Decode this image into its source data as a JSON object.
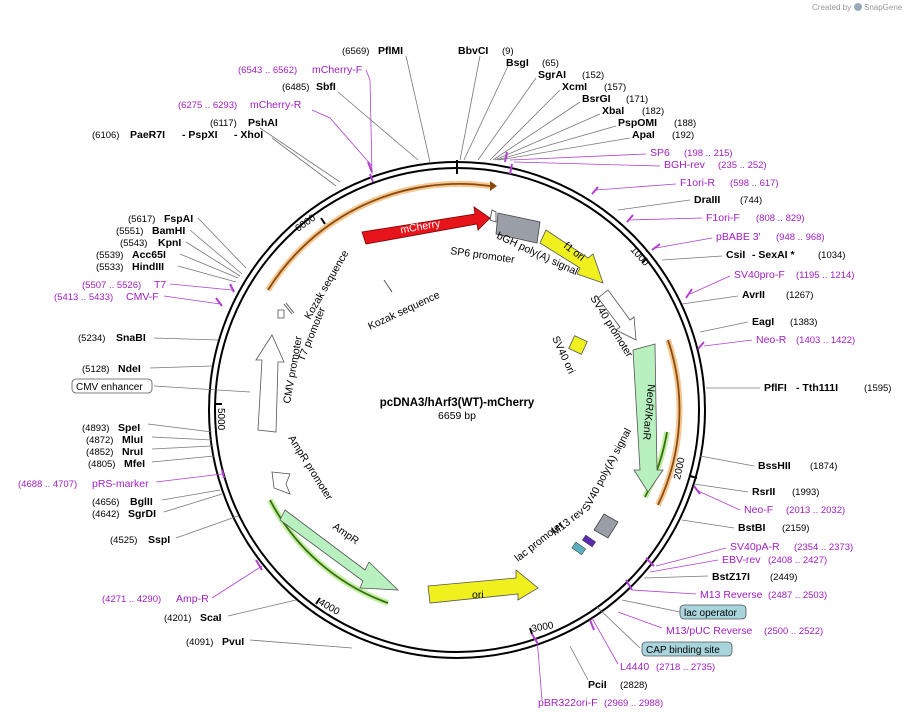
{
  "header": {
    "created_by": "Created by",
    "brand": "SnapGene"
  },
  "plasmid": {
    "name": "pcDNA3/hArf3(WT)-mCherry",
    "length": "6659 bp"
  },
  "ticks": [
    "1000",
    "2000",
    "3000",
    "4000",
    "5000",
    "6000"
  ],
  "features": {
    "mcherry": "mCherry",
    "sp6": "SP6 promoter",
    "bgh": "bGH poly(A) signal",
    "f1ori": "f1 ori",
    "sv40prom": "SV40 promoter",
    "sv40ori": "SV40 ori",
    "neo": "NeoR/KanR",
    "sv40pa": "SV40 poly(A) signal",
    "m13rev": "M13 rev",
    "lacprom": "lac promoter",
    "ori": "ori",
    "ampr": "AmpR",
    "amprprom": "AmpR promoter",
    "cmvprom": "CMV promoter",
    "t7prom": "T7 promoter",
    "kozak1": "Kozak sequence",
    "kozak2": "Kozak sequence"
  },
  "labels": {
    "pfmi": {
      "pos": "(6569)",
      "name": "PflMI"
    },
    "bbvci": {
      "name": "BbvCI",
      "pos": "(9)"
    },
    "bsgi": {
      "name": "BsgI",
      "pos": "(65)"
    },
    "sgrai": {
      "name": "SgrAI",
      "pos": "(152)"
    },
    "xcmi": {
      "name": "XcmI",
      "pos": "(157)"
    },
    "bsrgi": {
      "name": "BsrGI",
      "pos": "(171)"
    },
    "xbai": {
      "name": "XbaI",
      "pos": "(182)"
    },
    "pspomi": {
      "name": "PspOMI",
      "pos": "(188)"
    },
    "apai": {
      "name": "ApaI",
      "pos": "(192)"
    },
    "sp6p": {
      "name": "SP6",
      "pos": "(198 .. 215)"
    },
    "bghrev": {
      "name": "BGH-rev",
      "pos": "(235 .. 252)"
    },
    "f1orir": {
      "name": "F1ori-R",
      "pos": "(598 .. 617)"
    },
    "draiii": {
      "name": "DraIII",
      "pos": "(744)"
    },
    "f1orif": {
      "name": "F1ori-F",
      "pos": "(808 .. 829)"
    },
    "pbabe": {
      "name": "pBABE 3'",
      "pos": "(948 .. 968)"
    },
    "csii": {
      "name": "CsiI",
      "name2": "SexAI *",
      "pos": "(1034)"
    },
    "sv40prof": {
      "name": "SV40pro-F",
      "pos": "(1195 .. 1214)"
    },
    "avrii": {
      "name": "AvrII",
      "pos": "(1267)"
    },
    "eagi": {
      "name": "EagI",
      "pos": "(1383)"
    },
    "neor": {
      "name": "Neo-R",
      "pos": "(1403 .. 1422)"
    },
    "pflfi": {
      "name": "PflFI",
      "name2": "Tth111I",
      "pos": "(1595)"
    },
    "bsshii": {
      "name": "BssHII",
      "pos": "(1874)"
    },
    "rsrii": {
      "name": "RsrII",
      "pos": "(1993)"
    },
    "neof": {
      "name": "Neo-F",
      "pos": "(2013 .. 2032)"
    },
    "bstbi": {
      "name": "BstBI",
      "pos": "(2159)"
    },
    "sv40par": {
      "name": "SV40pA-R",
      "pos": "(2354 .. 2373)"
    },
    "ebvrev": {
      "name": "EBV-rev",
      "pos": "(2408 .. 2427)"
    },
    "bstz17i": {
      "name": "BstZ17I",
      "pos": "(2449)"
    },
    "m13r": {
      "name": "M13 Reverse",
      "pos": "(2487 .. 2503)"
    },
    "lacop": {
      "name": "lac operator"
    },
    "m13puc": {
      "name": "M13/pUC Reverse",
      "pos": "(2500 .. 2522)"
    },
    "cap": {
      "name": "CAP binding site"
    },
    "l4440": {
      "name": "L4440",
      "pos": "(2718 .. 2735)"
    },
    "pcii": {
      "name": "PciI",
      "pos": "(2828)"
    },
    "pbr322": {
      "name": "pBR322ori-F",
      "pos": "(2969 .. 2988)"
    },
    "pvui": {
      "pos": "(4091)",
      "name": "PvuI"
    },
    "scai": {
      "pos": "(4201)",
      "name": "ScaI"
    },
    "ampr_p": {
      "pos": "(4271 .. 4290)",
      "name": "Amp-R"
    },
    "sspi": {
      "pos": "(4525)",
      "name": "SspI"
    },
    "sgrdi": {
      "pos": "(4642)",
      "name": "SgrDI"
    },
    "bglii": {
      "pos": "(4656)",
      "name": "BglII"
    },
    "prs": {
      "pos": "(4688 .. 4707)",
      "name": "pRS-marker"
    },
    "mfei": {
      "pos": "(4805)",
      "name": "MfeI"
    },
    "nrui": {
      "pos": "(4852)",
      "name": "NruI"
    },
    "mlui": {
      "pos": "(4872)",
      "name": "MluI"
    },
    "spei": {
      "pos": "(4893)",
      "name": "SpeI"
    },
    "cmvenh": {
      "name": "CMV enhancer"
    },
    "ndei": {
      "pos": "(5128)",
      "name": "NdeI"
    },
    "snabi": {
      "pos": "(5234)",
      "name": "SnaBI"
    },
    "cmvf": {
      "pos": "(5413 .. 5433)",
      "name": "CMV-F"
    },
    "t7": {
      "pos": "(5507 .. 5526)",
      "name": "T7"
    },
    "hindiii": {
      "pos": "(5533)",
      "name": "HindIII"
    },
    "acc65i": {
      "pos": "(5539)",
      "name": "Acc65I"
    },
    "kpni": {
      "pos": "(5543)",
      "name": "KpnI"
    },
    "bamhi": {
      "pos": "(5551)",
      "name": "BamHI"
    },
    "fspai": {
      "pos": "(5617)",
      "name": "FspAI"
    },
    "paer7i": {
      "pos": "(6106)",
      "name": "PaeR7I",
      "name2": "PspXI",
      "name3": "XhoI"
    },
    "pshai": {
      "pos": "(6117)",
      "name": "PshAI"
    },
    "mcherryr": {
      "pos": "(6275 .. 6293)",
      "name": "mCherry-R"
    },
    "sbfi": {
      "pos": "(6485)",
      "name": "SbfI"
    },
    "mcherryf": {
      "pos": "(6543 .. 6562)",
      "name": "mCherry-F"
    }
  },
  "colors": {
    "primer": "#a020c0",
    "mcherry": "#e8141c",
    "f1ori": "#f0f01e",
    "neo": "#b8f0c0",
    "orange_arc": "#e8a040"
  }
}
